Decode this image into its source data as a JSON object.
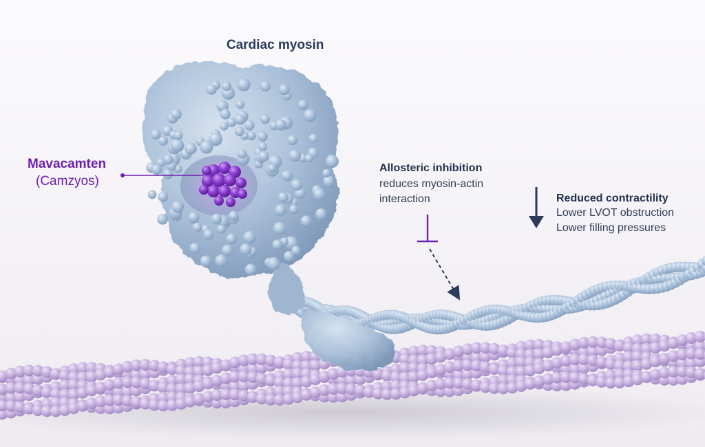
{
  "title": "Cardiac myosin",
  "drug": {
    "name": "Mavacamten",
    "brand": "(Camzyos)"
  },
  "mechanism": {
    "heading": "Allosteric inhibition",
    "line1": "reduces myosin-actin",
    "line2": "interaction"
  },
  "effect": {
    "heading": "Reduced contractility",
    "line1": "Lower LVOT obstruction",
    "line2": "Lower filling pressures"
  },
  "colors": {
    "drug": "#6f1fb0",
    "text_dark": "#22324f",
    "myosin": "#a9c0da",
    "actin": "#c7b1de"
  },
  "icons": {
    "inhibit": "inhibition-tbar-icon",
    "decrease": "down-arrow-icon"
  }
}
